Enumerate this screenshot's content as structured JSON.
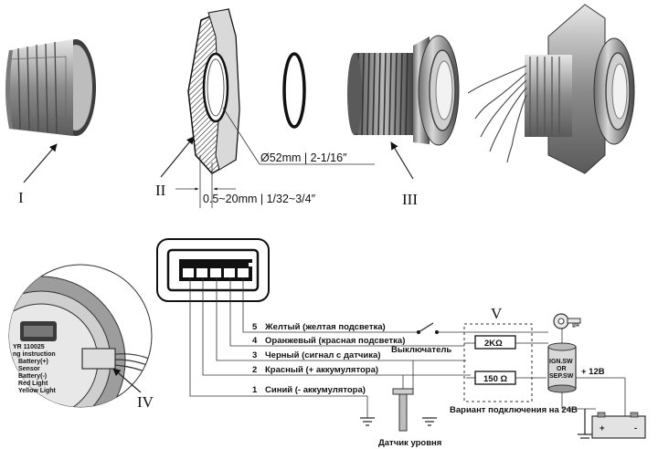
{
  "part_labels": {
    "part1": "I",
    "part2": "II",
    "part3": "III",
    "part4": "IV",
    "part5": "V"
  },
  "dimensions": {
    "diameter": "Ø52mm | 2-1/16″",
    "thickness": "0.5~20mm | 1/32~3/4″"
  },
  "wires": [
    {
      "num": "5",
      "label": "Желтый (желтая подсветка)"
    },
    {
      "num": "4",
      "label": "Оранжевый (красная подсветка)"
    },
    {
      "num": "3",
      "label": "Черный (сигнал с датчика)"
    },
    {
      "num": "2",
      "label": "Красный (+ аккумулятора)"
    },
    {
      "num": "1",
      "label": "Синий (- аккумулятора)"
    }
  ],
  "components": {
    "switch": "Выключатель",
    "resistor_2k": "2KΩ",
    "resistor_150": "150 Ω",
    "variant_24v": "Вариант подключения на 24В",
    "ignition_line1": "IGN.SW",
    "ignition_line2": "OR",
    "ignition_line3": "SEP.SW",
    "plus12": "+ 12В",
    "sensor": "Датчик уровня",
    "battery_plus": "+",
    "battery_minus": "-"
  },
  "inset_text": [
    "YR 110025",
    "ng instruction",
    "Battery(+)",
    "Sensor",
    "Battery(-)",
    "Red Light",
    "Yellow Light"
  ]
}
